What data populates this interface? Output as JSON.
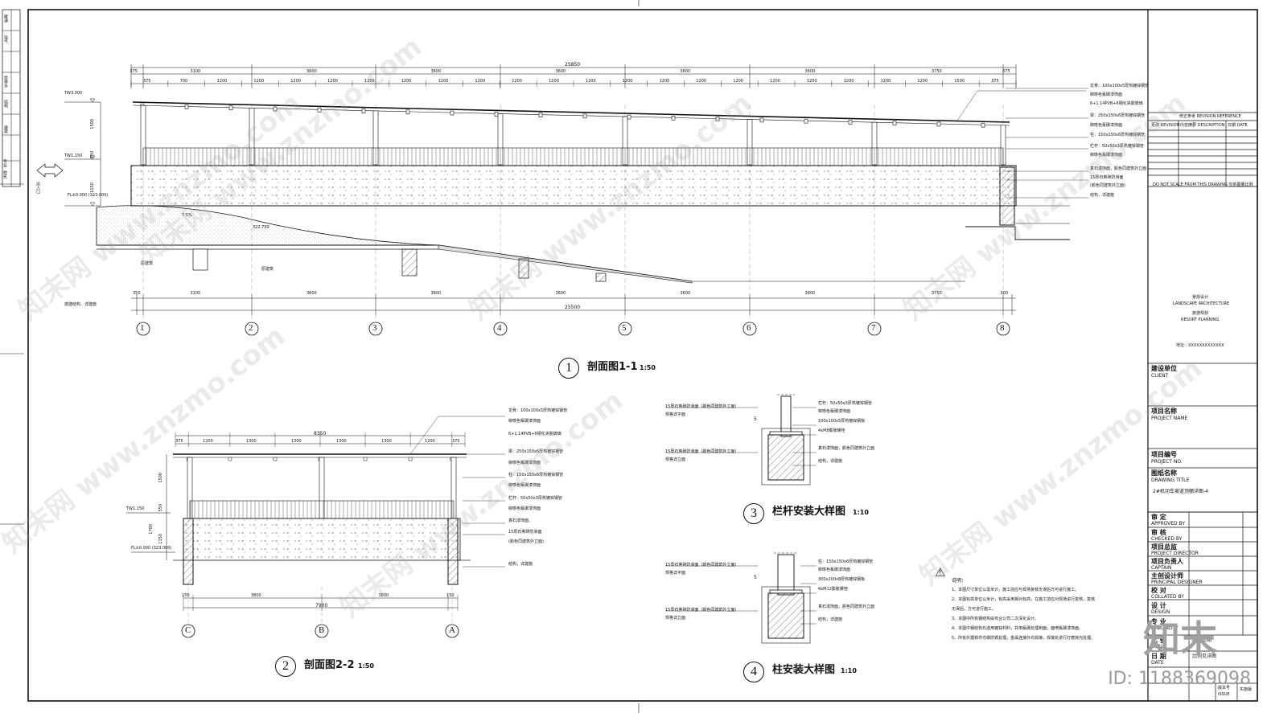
{
  "sections": {
    "s1": {
      "num": "1",
      "title": "剖面图1-1",
      "scale": "1:50"
    },
    "s2": {
      "num": "2",
      "title": "剖面图2-2",
      "scale": "1:50"
    },
    "s3": {
      "num": "3",
      "title": "栏杆安装大样图",
      "scale": "1:10"
    },
    "s4": {
      "num": "4",
      "title": "柱安装大样图",
      "scale": "1:10"
    }
  },
  "section1": {
    "total_top": "25850",
    "spans_top": [
      "375",
      "3100",
      "3600",
      "3600",
      "3600",
      "3600",
      "3600",
      "3750",
      "375"
    ],
    "subdims": [
      "375",
      "700",
      "1200",
      "1200",
      "1200",
      "1200",
      "1200",
      "1200",
      "1200",
      "1200",
      "1200",
      "1200",
      "1200",
      "1200",
      "1200",
      "1200",
      "1200",
      "1200",
      "1200",
      "1200",
      "1200",
      "1200",
      "1500",
      "375"
    ],
    "spans_bottom": [
      "350",
      "3100",
      "3600",
      "3600",
      "3600",
      "3600",
      "3600",
      "3750",
      "300"
    ],
    "total_bottom": "25500",
    "axes": [
      "1",
      "2",
      "3",
      "4",
      "5",
      "6",
      "7",
      "8"
    ],
    "levels": [
      "TW3.000",
      "TW1.150",
      "FL±0.000 (323.000)"
    ],
    "vert_dims": [
      "1500",
      "550",
      "1150"
    ],
    "elev_ramp": "322.750",
    "slope": "7.5%",
    "entry": "出入口",
    "note_base": "按建结构、详建施",
    "note_left1": "原建筑",
    "note_left2": "原建筑",
    "callouts": [
      "龙骨：100x100x5厚热镀锌钢管",
      "柳哆色氟碳漆饰面",
      "6+1.14PVB+6钢化夹胶玻璃",
      "梁：250x150x6厚热镀锌钢管",
      "柳哆色氟碳漆饰面",
      "柱：150x150x6厚热镀锌钢管",
      "栏杆：50x50x3厚热镀锌钢管",
      "柳哆色氟碳漆饰面",
      "真石漆饰面，颜色同建筑外立面",
      "15厚石英砖防滑面",
      "(颜色同建筑外立面)",
      "结构，详建施"
    ]
  },
  "section2": {
    "total": "8350",
    "subdims": [
      "375",
      "1200",
      "1300",
      "1300",
      "1300",
      "1300",
      "1200",
      "375"
    ],
    "bottom_sub": [
      "150",
      "3800",
      "3800",
      "150"
    ],
    "bottom_total": "7900",
    "axes": [
      "C",
      "B",
      "A"
    ],
    "levels": [
      "TW1.150",
      "FL±0.000 (323.000)"
    ],
    "vert_dims": [
      "1500",
      "550",
      "1150",
      "1700"
    ],
    "callouts": [
      "龙骨：100x100x5厚热镀锌钢管",
      "柳哆色氟碳漆饰面",
      "6+1.14PVB+6钢化夹胶玻璃",
      "梁：250x150x6厚热镀锌钢管",
      "柳哆色氟碳漆饰面",
      "柱：150x150x6厚热镀锌钢管",
      "柳哆色氟碳漆饰面",
      "栏杆：50x50x3厚热镀锌钢管",
      "柳哆色氟碳漆饰面",
      "真石漆饰面，",
      "15厚石英砖防滑面",
      "(颜色同建筑外立面)",
      "结构，详建施"
    ]
  },
  "detail3": {
    "left": [
      "15厚石英砖防滑面（颜色同建筑外立面）",
      "规格详平面",
      "15厚石英砖防滑面（颜色同建筑外立面）",
      "规格详立面"
    ],
    "right": [
      "栏杆：50x50x3厚热镀锌钢管",
      "柳哆色氟碳漆饰面",
      "100x100x5厚热镀锌钢板",
      "4xM8膨胀螺栓",
      "真石漆饰面，颜色同建筑外立面",
      "结构，详建施"
    ]
  },
  "detail4": {
    "left": [
      "15厚石英砖防滑面（颜色同建筑外立面）",
      "规格详平面",
      "15厚石英砖防滑面（颜色同建筑外立面）",
      "规格详立面"
    ],
    "right": [
      "柱：150x150x6厚热镀锌钢管",
      "柳哆色氟碳漆饰面",
      "300x200x8厚热镀锌钢板",
      "4xM12膨胀螺栓",
      "真石漆饰面，颜色同建筑外立面",
      "结构，详建施"
    ]
  },
  "notes": {
    "head": "说明：",
    "lines": [
      "1、本图尺寸单位以毫米计，施工前应与现场复核无误后方可进行施工。",
      "2、本图标高单位以米计，标高采用相对标高，在施工前应对现场进行复核，复核",
      "   无误后，方可进行施工。",
      "3、本图中所有钢结构由专业公司二次深化设计。",
      "4、本图中钢结构均选用镀锌材料，并用氟碳处理到面，面喷氟碳漆饰面。",
      "5、所有外露铁件均做防锈处理，金属连接外均焊接，焊接处进行打磨抛光处理。"
    ]
  },
  "titleblock": {
    "revision_ref": "修正参考    REVISION REFERENCE",
    "rev_cols": [
      "更改 REVISION",
      "内容摘要 DESCRIPTION",
      "日期 DATE"
    ],
    "no_scale": "DO NOT SCALE FROM THIS DRAWING  勿依图量比例",
    "company": [
      "景观设计",
      "LANDSCAPE ARCHITECTURE",
      "旅游规划",
      "RESORT PLANNING"
    ],
    "address": "地址：XXXXXXXXXXXXX",
    "client_cn": "建设单位",
    "client_en": "CLIENT",
    "project_cn": "项目名称",
    "project_en": "PROJECT NAME",
    "projno_cn": "项目编号",
    "projno_en": "PROJECT NO.",
    "title_cn": "图纸名称",
    "title_en": "DRAWING TITLE",
    "drawing_title": "2#机动车坡道顶棚详图-4",
    "rows": [
      {
        "cn": "审 定",
        "en": "APPROVED BY"
      },
      {
        "cn": "审 核",
        "en": "CHECKED BY"
      },
      {
        "cn": "项目总监",
        "en": "PROJECT DIRECTOR"
      },
      {
        "cn": "项目负责人",
        "en": "CAPTAIN"
      },
      {
        "cn": "主创设计师",
        "en": "PRINCIPAL DESIGNER"
      },
      {
        "cn": "校 对",
        "en": "COLLATED BY"
      },
      {
        "cn": "设 计",
        "en": "DESIGN"
      },
      {
        "cn": "专 业",
        "en": "SPECIALITY"
      },
      {
        "cn": "比 例",
        "en": "SCALE"
      },
      {
        "cn": "日 期",
        "en": "DATE"
      }
    ],
    "speciality_val": "建施工图",
    "scale_val": "比例见详图",
    "issue_cn": "版本号",
    "issue_en": "ISSUE",
    "issue_val": "实施版"
  },
  "left_strip": [
    "专业",
    "姓名",
    "日期",
    "建筑",
    "结构",
    "给排水",
    "电气",
    "暖通"
  ],
  "watermark": "知末网 www.znzmo.com",
  "logo": "知末",
  "id_text": "ID: 1188369098"
}
